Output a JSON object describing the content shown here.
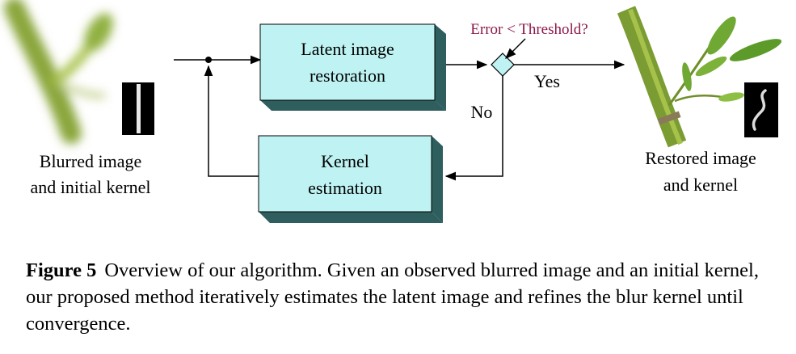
{
  "diagram": {
    "input_label_line1": "Blurred image",
    "input_label_line2": "and initial kernel",
    "output_label_line1": "Restored image",
    "output_label_line2": "and kernel",
    "box_latent_line1": "Latent image",
    "box_latent_line2": "restoration",
    "box_kernel_line1": "Kernel",
    "box_kernel_line2": "estimation",
    "decision_label": "Error < Threshold?",
    "yes_label": "Yes",
    "no_label": "No",
    "colors": {
      "box_face": "#bff3f3",
      "box_side": "#2e5e5e",
      "decision_text": "#8b1a4a",
      "bamboo_stem": "#7a9c32",
      "kernel_bg": "#000000"
    }
  },
  "caption": {
    "label": "Figure 5",
    "text": "Overview of our algorithm. Given an observed blurred image and an initial kernel, our proposed method iteratively estimates the latent image and refines the blur kernel until convergence."
  }
}
